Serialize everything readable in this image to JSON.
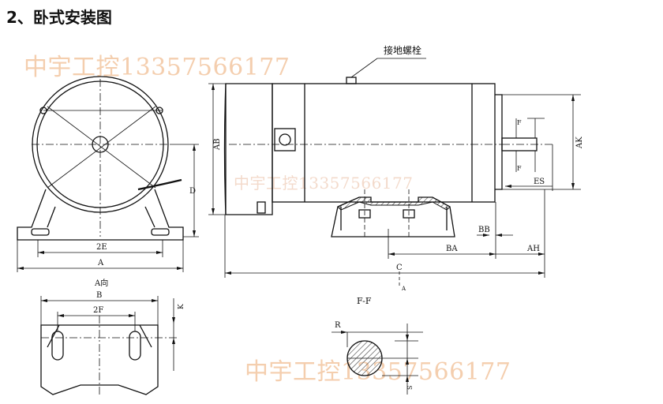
{
  "title": "2、卧式安装图",
  "watermark": {
    "top": "中宇工控13357566177",
    "middle": "中宇工控13357566177",
    "bottom": "中宇工控13357566177"
  },
  "labels": {
    "ground_bolt": "接地螺栓",
    "dim_2E": "2E",
    "dim_A": "A",
    "dim_D": "D",
    "view_A": "A向",
    "dim_B": "B",
    "dim_2F": "2F",
    "dim_K": "K",
    "dim_AB": "AB",
    "dim_AK": "AK",
    "dim_ES": "ES",
    "dim_BB": "BB",
    "dim_BA": "BA",
    "dim_AH": "AH",
    "dim_C": "C",
    "dim_A_small": "A",
    "section_FF": "F-F",
    "dim_R": "R",
    "dim_F_top": "F",
    "dim_F_bottom": "F",
    "dim_S": "S"
  }
}
